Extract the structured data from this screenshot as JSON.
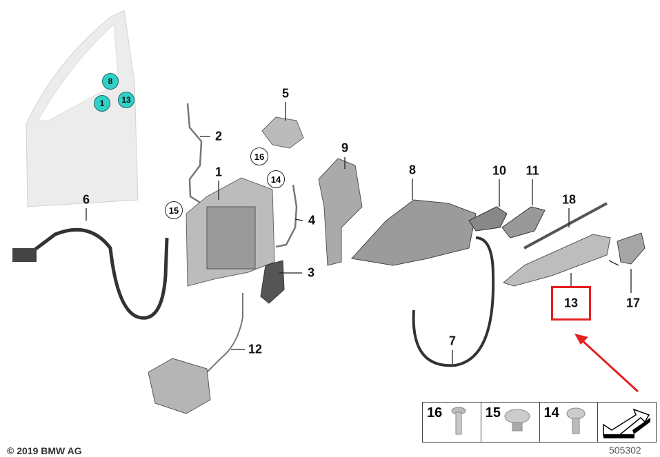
{
  "diagram": {
    "part_labels": {
      "p1": "1",
      "p2": "2",
      "p3": "3",
      "p4": "4",
      "p5": "5",
      "p6": "6",
      "p7": "7",
      "p8": "8",
      "p9": "9",
      "p10": "10",
      "p11": "11",
      "p12": "12",
      "p13": "13",
      "p17": "17",
      "p18": "18"
    },
    "circled_labels": {
      "c14": "14",
      "c15": "15",
      "c16": "16"
    },
    "door_badges": {
      "b8": "8",
      "b1": "1",
      "b13": "13"
    },
    "highlighted_part": "13",
    "highlight_color": "#e5201f",
    "badge_color": "#2fd0c8"
  },
  "legend": {
    "cells": [
      {
        "number": "16",
        "icon": "countersunk-screw-icon"
      },
      {
        "number": "15",
        "icon": "button-head-screw-icon"
      },
      {
        "number": "14",
        "icon": "pan-head-screw-icon"
      },
      {
        "number": "",
        "icon": "direction-arrow-icon"
      }
    ]
  },
  "footer": {
    "copyright": "© 2019 BMW AG",
    "diagram_id": "505302"
  }
}
